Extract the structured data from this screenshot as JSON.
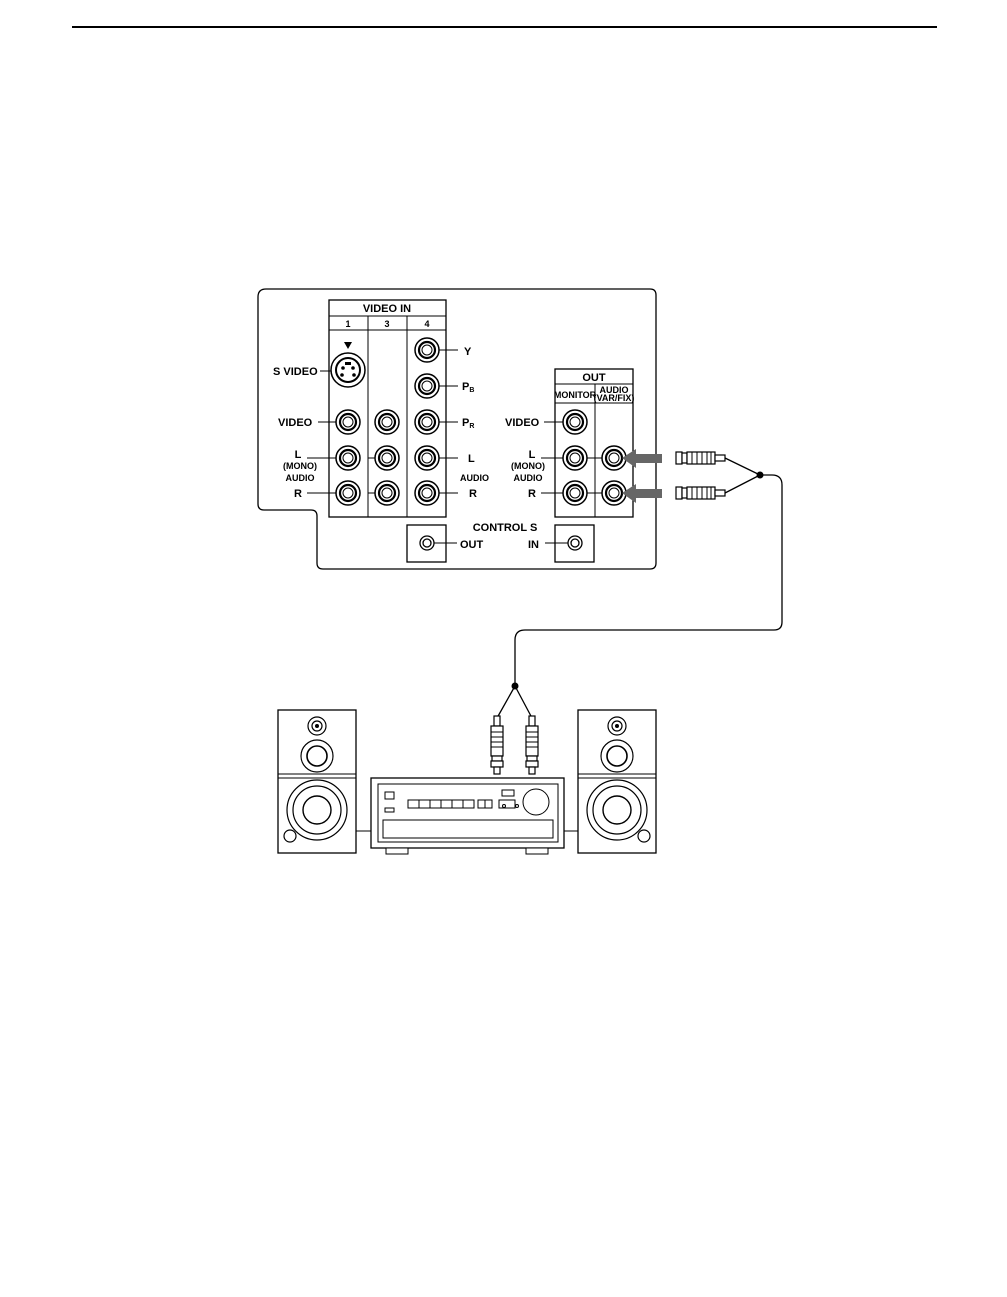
{
  "panel": {
    "video_in": {
      "title": "VIDEO IN",
      "columns": [
        "1",
        "3",
        "4"
      ],
      "s_video": "S VIDEO",
      "video": "VIDEO",
      "l": "L",
      "mono": "(MONO)",
      "audio": "AUDIO",
      "r": "R",
      "y": "Y",
      "pb_main": "P",
      "pb_sub": "B",
      "pr_main": "P",
      "pr_sub": "R",
      "l4": "L",
      "audio4": "AUDIO",
      "r4": "R"
    },
    "out": {
      "title": "OUT",
      "monitor": "MONITOR",
      "audio": "AUDIO",
      "var_fix": "(VAR/FIX)",
      "video": "VIDEO",
      "l": "L",
      "mono": "(MONO)",
      "audio_side": "AUDIO",
      "r": "R"
    },
    "control_s": {
      "title": "CONTROL S",
      "out": "OUT",
      "in": "IN"
    }
  },
  "colors": {
    "line": "#000000",
    "arrow": "#666666",
    "background": "#ffffff"
  }
}
